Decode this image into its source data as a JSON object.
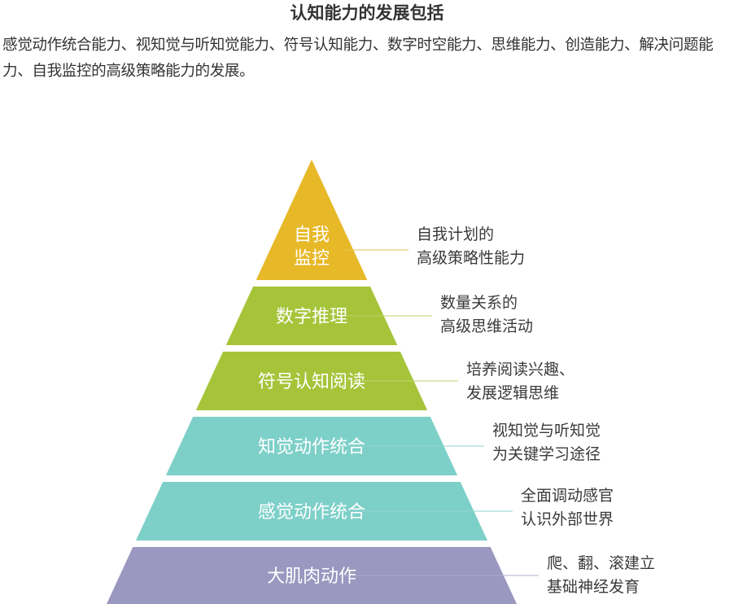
{
  "title": "认知能力的发展包括",
  "intro": "感觉动作统合能力、视知觉与听知觉能力、符号认知能力、数字时空能力、思维能力、创造能力、解决问题能力、自我监控的高级策略能力的发展。",
  "colors": {
    "yellow": "#E7B928",
    "green": "#A6C43A",
    "teal": "#7DD0C8",
    "purple": "#9A97C0",
    "yellow_line": "#E7C65A",
    "green_line": "#BDD46E",
    "teal_line": "#93D6CF",
    "purple_line": "#B0AED0"
  },
  "tiers": [
    {
      "label_lines": [
        "自我",
        "监控"
      ],
      "note_lines": [
        "自我计划的",
        "高级策略性能力"
      ],
      "color": "yellow"
    },
    {
      "label_lines": [
        "数字推理"
      ],
      "note_lines": [
        "数量关系的",
        "高级思维活动"
      ],
      "color": "green"
    },
    {
      "label_lines": [
        "符号认知阅读"
      ],
      "note_lines": [
        "培养阅读兴趣、",
        "发展逻辑思维"
      ],
      "color": "green"
    },
    {
      "label_lines": [
        "知觉动作统合"
      ],
      "note_lines": [
        "视知觉与听知觉",
        "为关键学习途径"
      ],
      "color": "teal"
    },
    {
      "label_lines": [
        "感觉动作统合"
      ],
      "note_lines": [
        "全面调动感官",
        "认识外部世界"
      ],
      "color": "teal"
    },
    {
      "label_lines": [
        "大肌肉动作"
      ],
      "note_lines": [
        "爬、翻、滚建立",
        "基础神经发育"
      ],
      "color": "purple"
    }
  ]
}
